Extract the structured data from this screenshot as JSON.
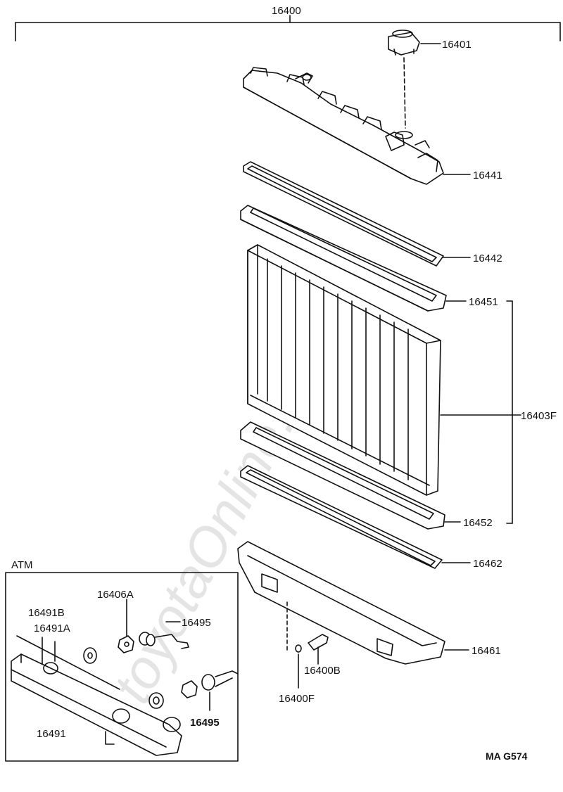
{
  "diagram": {
    "watermark": "toyotaOnline.ru",
    "assembly_number": "16400",
    "inset_title": "ATM",
    "figure_code": "MA G574",
    "parts": {
      "p16401": "16401",
      "p16441": "16441",
      "p16442": "16442",
      "p16451": "16451",
      "p16403F": "16403F",
      "p16452": "16452",
      "p16462": "16462",
      "p16461": "16461",
      "p16400B": "16400B",
      "p16400F": "16400F",
      "p16406A": "16406A",
      "p16491B": "16491B",
      "p16491A": "16491A",
      "p16495a": "16495",
      "p16495b": "16495",
      "p16491": "16491"
    }
  }
}
